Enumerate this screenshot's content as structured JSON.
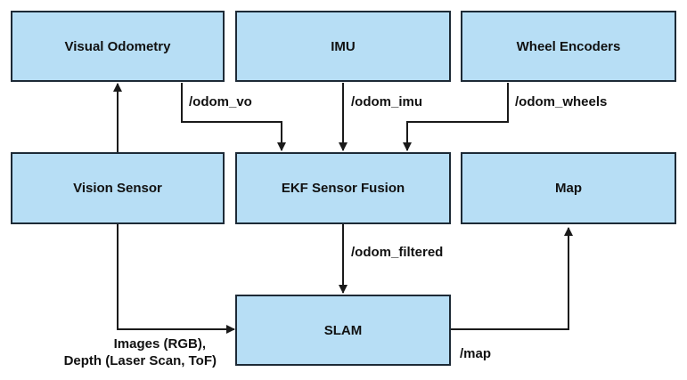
{
  "nodes": {
    "visual_odometry": "Visual Odometry",
    "imu": "IMU",
    "wheel_encoders": "Wheel Encoders",
    "vision_sensor": "Vision Sensor",
    "ekf": "EKF Sensor Fusion",
    "map": "Map",
    "slam": "SLAM"
  },
  "edges": {
    "odom_vo": "/odom_vo",
    "odom_imu": "/odom_imu",
    "odom_wheels": "/odom_wheels",
    "odom_filtered": "/odom_filtered",
    "map_topic": "/map",
    "sensor_data_line1": "Images (RGB),",
    "sensor_data_line2": "Depth (Laser Scan, ToF)"
  },
  "colors": {
    "box_fill": "#b7def5",
    "box_border": "#1d2a36",
    "line": "#1a1a1a"
  }
}
